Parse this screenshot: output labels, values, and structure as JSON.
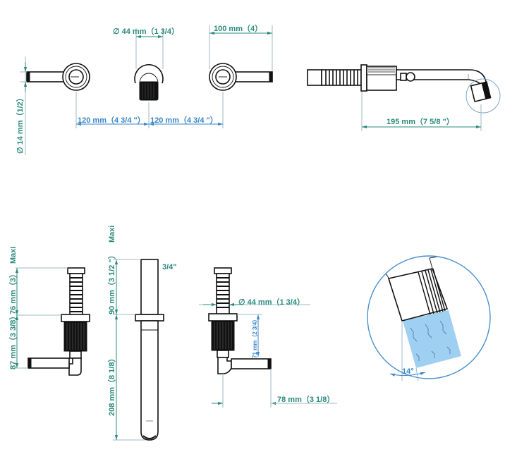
{
  "drawing": {
    "colors": {
      "dimension": "#2b8a7e",
      "dimension_alt": "#3a86c8",
      "outline": "#111111",
      "water": "#8fc8ee",
      "detail_circle": "#4a8fd0"
    },
    "top_view": {
      "diameter_44": "∅ 44 mm（1 3/4）",
      "width_100": "100 mm（4）",
      "spacing_left": "120 mm（4 3/4 \"）",
      "spacing_right": "120 mm（4 3/4 \"）",
      "handle_diameter": "∅ 14 mm（1/2）"
    },
    "side_view": {
      "spout_length": "195 mm（7 5/8 \"）"
    },
    "valve_view": {
      "maxi_label": "Maxi",
      "upper_height": "76 mm（3）",
      "total_height": "87 mm（3 3/8）"
    },
    "spout_pipe_view": {
      "maxi_label": "Maxi",
      "upper_length": "90 mm（3 1/2 \"）",
      "lower_length": "208 mm（8 1/8）",
      "thread_size": "3/4\""
    },
    "valve_side_view": {
      "diameter_44": "∅ 44 mm（1 3/4）",
      "handle_offset": "71 mm（2 3/4）",
      "handle_reach": "78 mm（3 1/8）"
    },
    "detail_view": {
      "angle": "14°"
    }
  }
}
